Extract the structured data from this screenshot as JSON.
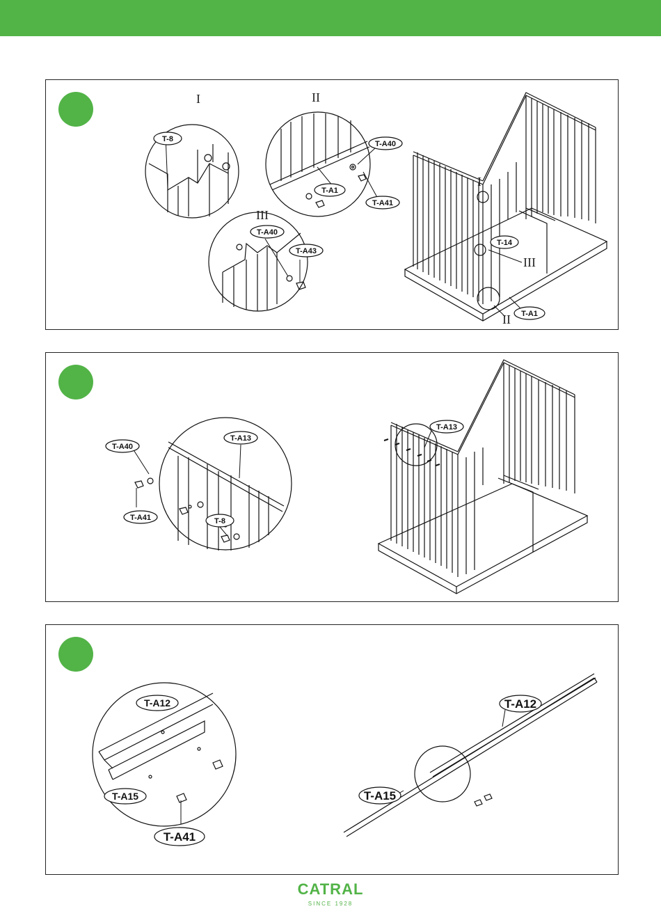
{
  "brand": {
    "name": "CATRAL",
    "since": "SINCE 1928",
    "color": "#52b347"
  },
  "panel1": {
    "roman_i": "I",
    "roman_ii": "II",
    "roman_iii": "III",
    "detail_i": {
      "label": "T-8"
    },
    "detail_ii": {
      "labels": [
        "T-A40",
        "T-A1",
        "T-A41"
      ]
    },
    "detail_iii": {
      "labels": [
        "T-A40",
        "T-A43"
      ]
    },
    "main": {
      "labels": [
        "T-14",
        "T-A1"
      ],
      "roman": [
        "I",
        "III",
        "II"
      ]
    }
  },
  "panel2": {
    "detail": {
      "labels": [
        "T-A40",
        "T-A13",
        "T-A41",
        "T-8"
      ]
    },
    "main": {
      "labels": [
        "T-A13"
      ]
    }
  },
  "panel3": {
    "detail": {
      "labels": [
        "T-A12",
        "T-A15",
        "T-A41"
      ]
    },
    "main": {
      "labels": [
        "T-A12",
        "T-A15"
      ]
    }
  }
}
